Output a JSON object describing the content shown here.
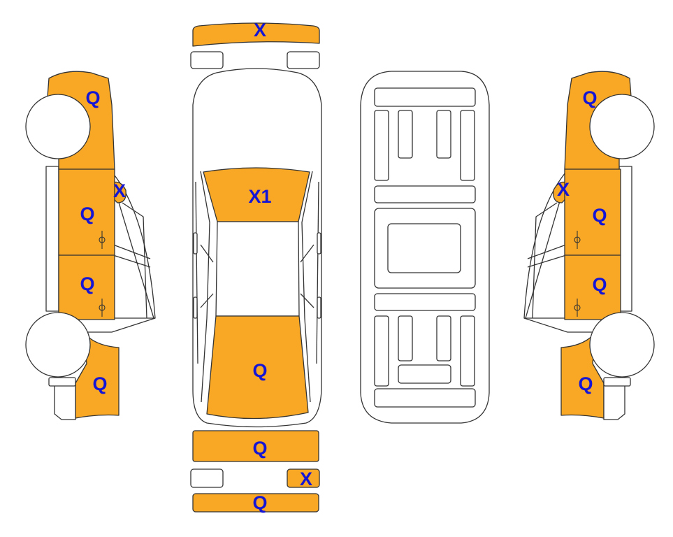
{
  "colors": {
    "damaged_fill": "#F9A825",
    "label_text": "#1515D6",
    "outline": "#333333",
    "background": "#FFFFFF"
  },
  "panels": {
    "front_bumper": {
      "code": "X",
      "damaged": true
    },
    "front_lamp_left": {
      "code": "",
      "damaged": false
    },
    "front_lamp_right": {
      "code": "",
      "damaged": false
    },
    "hood": {
      "code": "X1",
      "damaged": true
    },
    "roof": {
      "code": "",
      "damaged": false
    },
    "trunk": {
      "code": "Q",
      "damaged": true
    },
    "rear_bumper_upper": {
      "code": "Q",
      "damaged": true
    },
    "rear_lamp_left": {
      "code": "",
      "damaged": false
    },
    "rear_lamp_right": {
      "code": "X",
      "damaged": true
    },
    "rear_bumper_lower": {
      "code": "Q",
      "damaged": true
    },
    "left_front_fender": {
      "code": "Q",
      "damaged": true
    },
    "left_mirror": {
      "code": "X",
      "damaged": true
    },
    "left_front_door": {
      "code": "Q",
      "damaged": true
    },
    "left_rear_door": {
      "code": "Q",
      "damaged": true
    },
    "left_rear_quarter": {
      "code": "Q",
      "damaged": true
    },
    "right_front_fender": {
      "code": "Q",
      "damaged": true
    },
    "right_mirror": {
      "code": "X",
      "damaged": true
    },
    "right_front_door": {
      "code": "Q",
      "damaged": true
    },
    "right_rear_door": {
      "code": "Q",
      "damaged": true
    },
    "right_rear_quarter": {
      "code": "Q",
      "damaged": true
    },
    "underbody": {
      "code": "",
      "damaged": false
    }
  }
}
